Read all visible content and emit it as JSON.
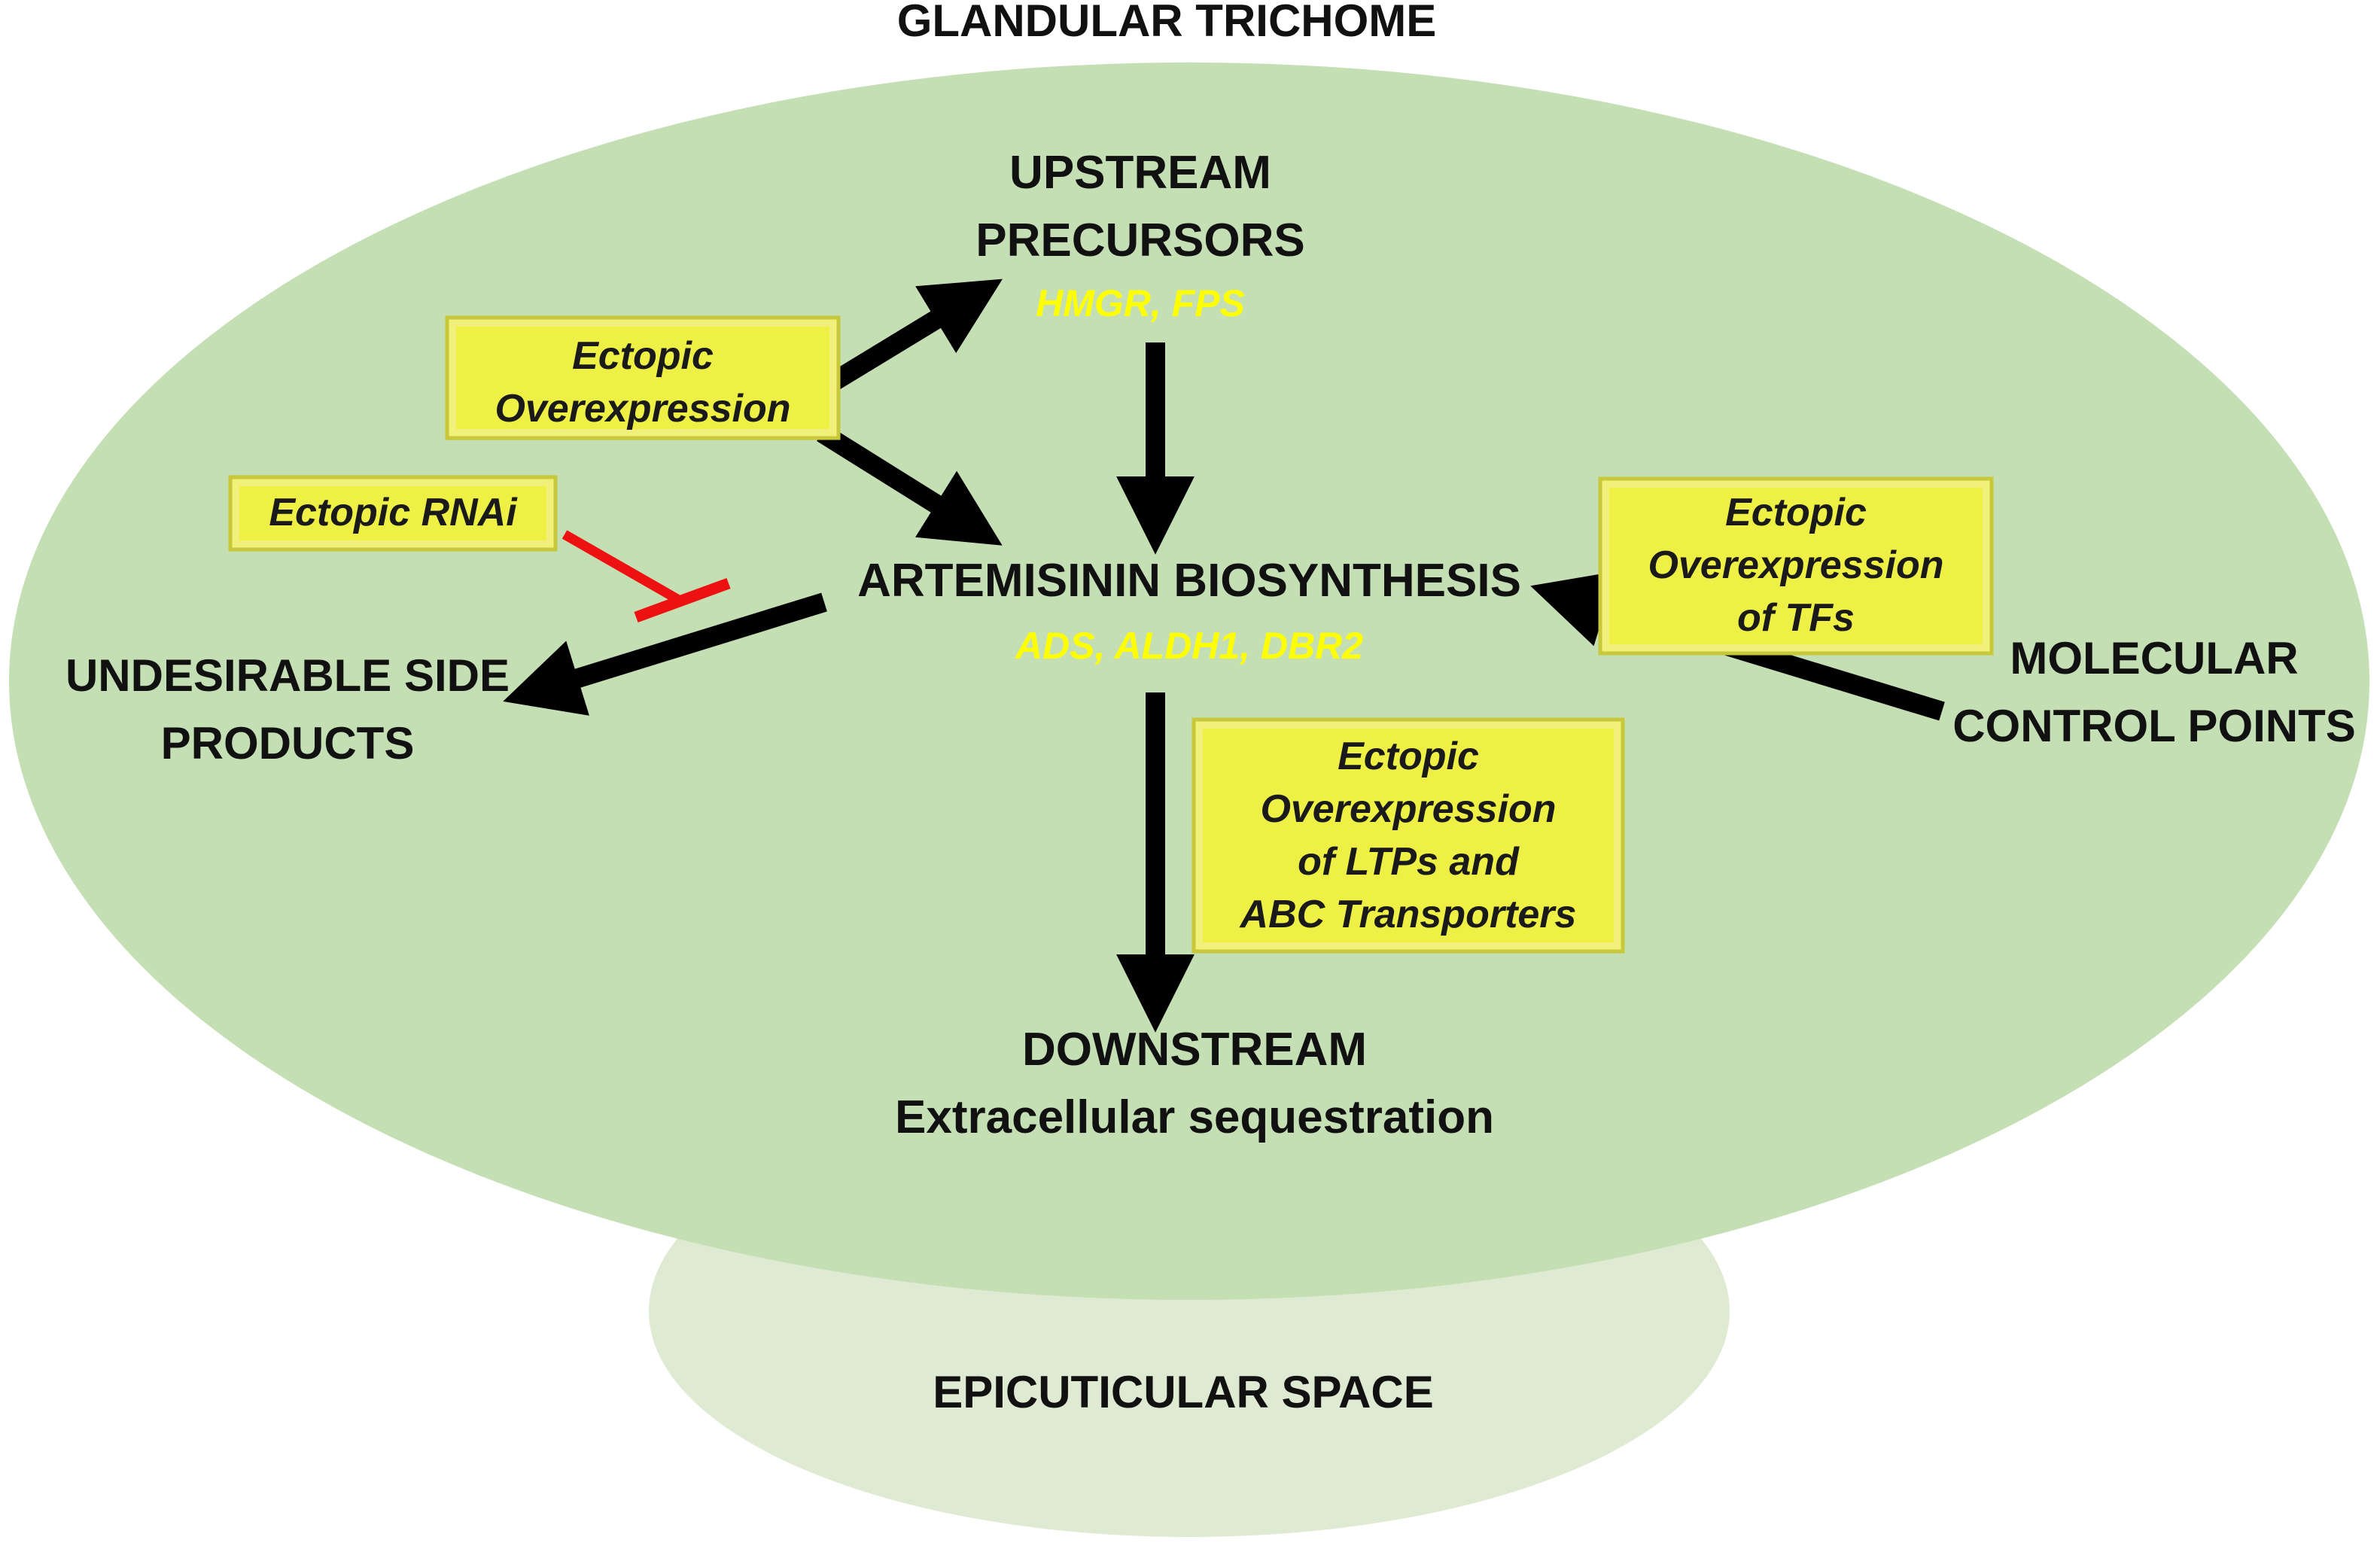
{
  "colors": {
    "cell": "#c5dfb4",
    "epicuticular": "#deead2",
    "box_fill": "#f0f07a",
    "gene_text": "#ffff00",
    "arrow": "#000000",
    "inhibition": "#ee1111"
  },
  "titles": {
    "glandular_trichome": "GLANDULAR TRICHOME",
    "epicuticular_space": "EPICUTICULAR SPACE"
  },
  "nodes": {
    "upstream": {
      "line1": "UPSTREAM",
      "line2": "PRECURSORS",
      "genes": "HMGR, FPS"
    },
    "biosynthesis": {
      "label": "ARTEMISININ BIOSYNTHESIS",
      "genes": "ADS, ALDH1, DBR2"
    },
    "side_products": {
      "line1": "UNDESIRABLE SIDE",
      "line2": "PRODUCTS"
    },
    "control_points": {
      "line1": "MOLECULAR",
      "line2": "CONTROL POINTS"
    },
    "downstream": {
      "line1": "DOWNSTREAM",
      "line2": "Extracellular sequestration"
    }
  },
  "boxes": {
    "overexpression": {
      "line1": "Ectopic",
      "line2": "Overexpression"
    },
    "rnai": {
      "line1": "Ectopic RNAi"
    },
    "tfs": {
      "line1": "Ectopic",
      "line2": "Overexpression",
      "line3": "of TFs"
    },
    "transporters": {
      "line1": "Ectopic",
      "line2": "Overexpression",
      "line3": "of LTPs and",
      "line4": "ABC Transporters"
    }
  }
}
